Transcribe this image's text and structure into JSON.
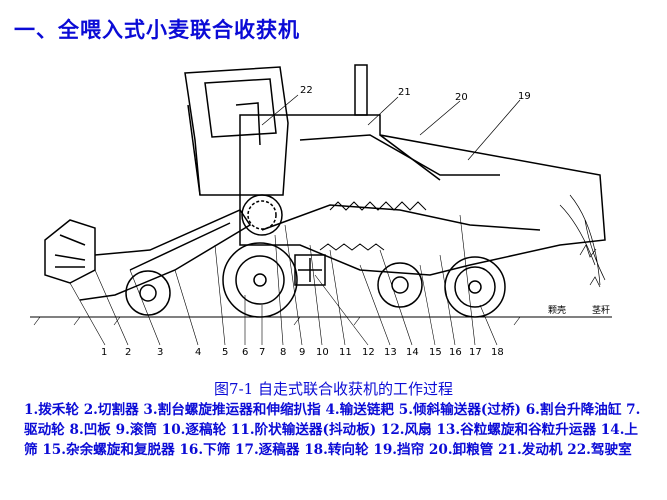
{
  "heading": "一、全喂入式小麦联合收获机",
  "figure": {
    "caption": "图7-1  自走式联合收获机的工作过程",
    "top_labels": [
      "22",
      "21",
      "20",
      "19"
    ],
    "bottom_labels": [
      "1",
      "2",
      "3",
      "4",
      "5",
      "6",
      "7",
      "8",
      "9",
      "10",
      "11",
      "12",
      "13",
      "14",
      "15",
      "16",
      "17",
      "18"
    ],
    "corner_labels": [
      "颗壳",
      "茎秆"
    ]
  },
  "legend_text": "1.拨禾轮 2.切割器 3.割台螺旋推运器和伸缩扒指 4.输送链耙 5.倾斜输送器(过桥) 6.割台升降油缸 7.驱动轮 8.凹板 9.滚筒 10.逐稿轮 11.阶状输送器(抖动板) 12.风扇 13.谷粒螺旋和谷粒升运器 14.上筛 15.杂余螺旋和复脱器 16.下筛 17.逐稿器 18.转向轮 19.挡帘 20.卸粮管 21.发动机 22.驾驶室"
}
